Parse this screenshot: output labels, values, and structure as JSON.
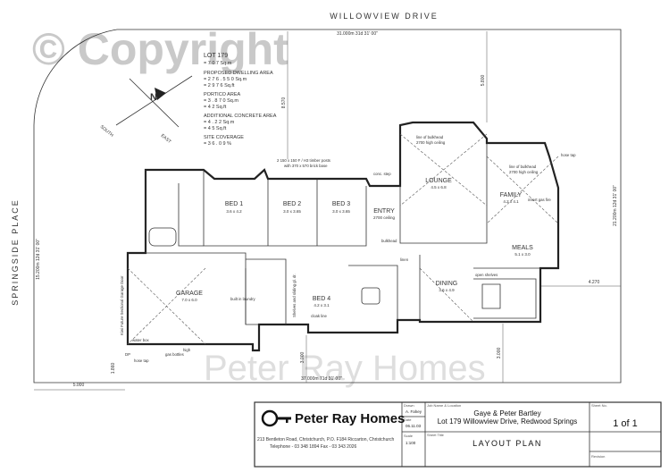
{
  "street_top": "WILLOWVIEW DRIVE",
  "street_left": "SPRINGSIDE PLACE",
  "watermark_copyright": "© Copyright",
  "watermark_brand": "Peter Ray Homes",
  "boundary": {
    "top": "31.000m 31d 31' 00\"",
    "bottom": "37.000m 71d 31' 00\"",
    "left": "15.200m 12d 31' 00\"",
    "right": "21.200m 12d 31' 00\""
  },
  "dims": {
    "front_setback": "8.570",
    "lounge_setback": "5.800",
    "meals_side": "4.270",
    "left_offset": "5.000",
    "bottom_left": "1.860",
    "rear_setback": "3.000",
    "rear_right": "3.000"
  },
  "lot_info": {
    "lot": "LOT 179",
    "lot_area": "= 7 0 7 Sq.m",
    "dwelling_title": "PROPOSED DWELLING AREA",
    "dwelling_m2": "= 2 7 6 . 5 5 0 Sq.m",
    "dwelling_ft2": "= 2 9 7 6 Sq.ft",
    "portico_title": "PORTICO AREA",
    "portico_m2": "= 3 . 8 7 0 Sq.m",
    "portico_ft2": "= 4 2 Sq.ft",
    "concrete_title": "ADDITIONAL CONCRETE AREA",
    "concrete_m2": "= 4 . 2 2 Sq.m",
    "concrete_ft2": "= 4 5 Sq.ft",
    "coverage_title": "SITE COVERAGE",
    "coverage": "= 3 6 . 0 9 %"
  },
  "compass": {
    "north": "N",
    "east": "EAST",
    "south": "SOUTH"
  },
  "rooms": [
    {
      "name": "BED 1",
      "size": "3.6 x 4.2"
    },
    {
      "name": "BED 2",
      "size": "3.0 x 3.65"
    },
    {
      "name": "BED 3",
      "size": "3.0 x 3.65"
    },
    {
      "name": "ENTRY",
      "size": "2700 ceiling"
    },
    {
      "name": "LOUNGE",
      "size": "4.5 x 6.8"
    },
    {
      "name": "FAMILY",
      "size": "4.2 x 4.1"
    },
    {
      "name": "MEALS",
      "size": "5.1 x 3.0"
    },
    {
      "name": "DINING",
      "size": "3.6 x 4.9"
    },
    {
      "name": "BED 4",
      "size": "4.2 x 3.1"
    },
    {
      "name": "GARAGE",
      "size": "7.0 x 6.0"
    }
  ],
  "notes": {
    "posts": "2 150 x 150 F / H3 timber posts",
    "posts2": "with 370 x 570 brick base",
    "conc_step": "conc. step",
    "bulkhead": "bulkhead",
    "lounge_bulk": "line of bulkhead",
    "lounge_ceiling": "2700 high ceiling",
    "family_bulk": "line of bulkhead",
    "family_ceiling": "2700 high ceiling",
    "insert_fire": "insert gas fire",
    "hose_tap": "hose tap",
    "open_shelves": "open shelves",
    "linen": "linen",
    "builtin_laundry": "built in laundry",
    "shelves": "Shelves and sliding gl. dr.",
    "cloak_line": "cloak line",
    "garage_door": "Kiwi Future Sectional Garage Door",
    "water_box": "water box",
    "gas_bottles": "gas bottles",
    "dp": "DP",
    "hose_bottom": "hose tap",
    "high_label": "high"
  },
  "title_block": {
    "company": "Peter Ray Homes",
    "address": "213 Bentleton Road, Christchurch, P.O. F184 Riccarton, Christchurch",
    "phone": "Telephone - 03 348 1894 Fax - 03 343 2026",
    "drawn_label": "Drawn",
    "drawn": "A. Fahey",
    "date_label": "Date",
    "date": "06.11.03",
    "scale_label": "Scale",
    "scale": "1:100",
    "client_label": "Job Name & Location",
    "client": "Gaye & Peter Bartley",
    "location": "Lot 179 Willowview Drive, Redwood Springs",
    "sheet_title_label": "Sheet Title",
    "sheet_title": "LAYOUT PLAN",
    "sheet_no_label": "Sheet No.",
    "sheet_no": "1 of 1",
    "revision_label": "Revision"
  }
}
